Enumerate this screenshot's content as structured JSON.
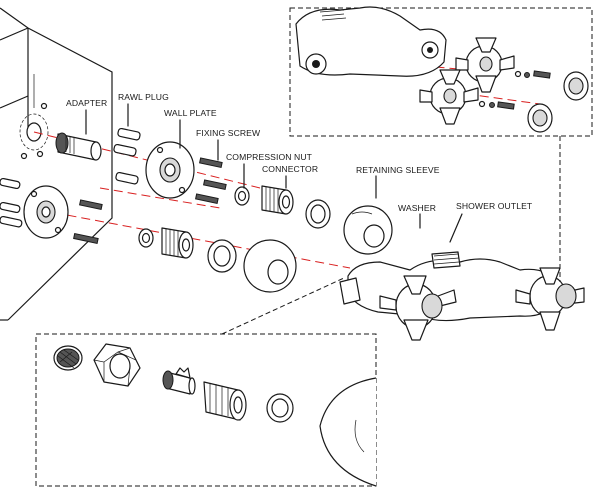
{
  "labels": {
    "adapter": "ADAPTER",
    "rawl_plug": "RAWL PLUG",
    "wall_plate": "WALL PLATE",
    "fixing_screw": "FIXING SCREW",
    "compression_nut": "COMPRESSION NUT",
    "connector": "CONNECTOR",
    "retaining_sleeve": "RETAINING SLEEVE",
    "washer": "WASHER",
    "shower_outlet": "SHOWER OUTLET"
  },
  "colors": {
    "line": "#1a1a1a",
    "axis": "#d92020",
    "shade": "#d9d9d9"
  }
}
